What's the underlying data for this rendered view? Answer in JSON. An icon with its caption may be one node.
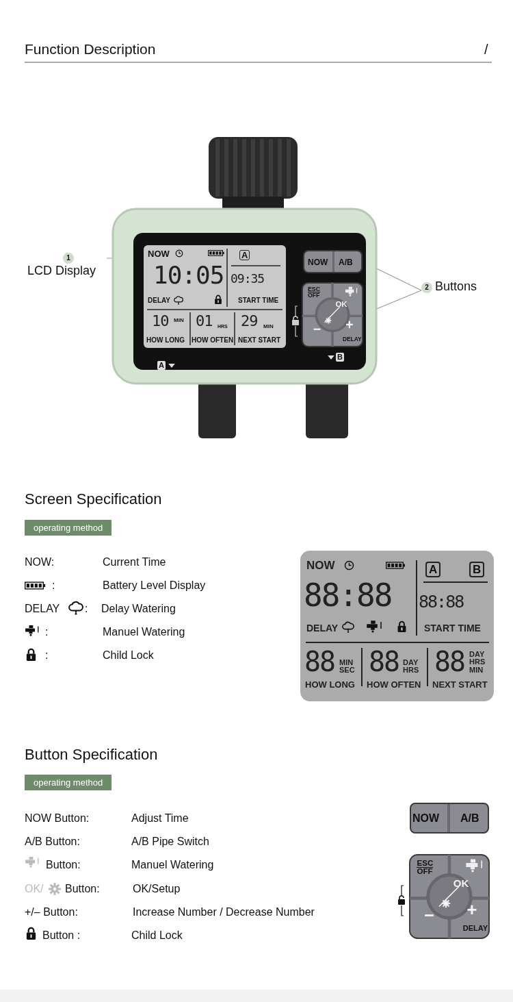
{
  "diagram": {
    "title": "Function Description",
    "nodes": [
      {
        "text": [
          "1",
          "LCD Display"
        ]
      },
      {
        "text": [
          "NOW",
          "10:05",
          "DELAY",
          "A",
          "09:35",
          "START TIME",
          "10",
          "MIN",
          "HOW LONG",
          "01",
          "HRS",
          "HOW OFTEN",
          "29",
          "MIN",
          "NEXT START"
        ]
      },
      {
        "text": [
          "2",
          "Buttons"
        ]
      },
      {
        "text": [
          "NOW",
          "A/B"
        ]
      },
      {
        "text": [
          "ESC",
          "OFF",
          "OK",
          "−",
          "+",
          "DELAY"
        ]
      }
    ],
    "edges": [
      {
        "from": 0,
        "to": 1,
        "arrow": "none"
      },
      {
        "from": 2,
        "to": 3,
        "arrow": "none"
      },
      {
        "from": 2,
        "to": 4,
        "arrow": "none"
      }
    ],
    "labels": [
      "/",
      "A",
      "B",
      "Screen Specification",
      "operating method",
      "NOW:",
      "Current Time",
      ":",
      "Battery Level Display",
      "DELAY",
      ":",
      "Delay Watering",
      ":",
      "Manuel Watering",
      ":",
      "Child Lock",
      "NOW",
      "A",
      "B",
      "88:88",
      "88:88",
      "DELAY",
      "START TIME",
      "88",
      "MIN",
      "SEC",
      "HOW LONG",
      "88",
      "DAY",
      "HRS",
      "HOW OFTEN",
      "88",
      "DAY",
      "HRS",
      "MIN",
      "NEXT START",
      "Button Specification",
      "operating method",
      "NOW Button:",
      "Adjust Time",
      "A/B Button:",
      "A/B Pipe Switch",
      "Button:",
      "Manuel Watering",
      "OK/",
      "Button:",
      "OK/Setup",
      "+/– Button:",
      "Increase Number / Decrease Number",
      "Button :",
      "Child Lock",
      "NOW",
      "A/B",
      "ESC",
      "OFF",
      "OK",
      "−",
      "+",
      "DELAY"
    ]
  }
}
